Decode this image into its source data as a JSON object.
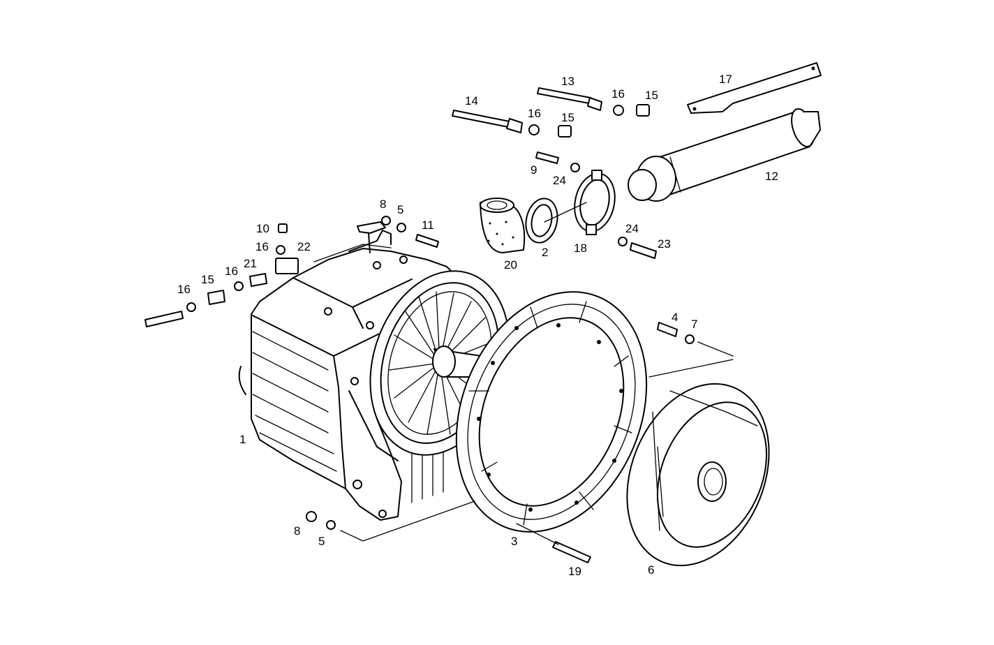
{
  "parts": [
    {
      "id": "p1",
      "number": "1"
    },
    {
      "id": "p2",
      "number": "2"
    },
    {
      "id": "p3",
      "number": "3"
    },
    {
      "id": "p4",
      "number": "4"
    },
    {
      "id": "p5a",
      "number": "5"
    },
    {
      "id": "p5b",
      "number": "5"
    },
    {
      "id": "p6",
      "number": "6"
    },
    {
      "id": "p7",
      "number": "7"
    },
    {
      "id": "p8a",
      "number": "8"
    },
    {
      "id": "p8b",
      "number": "8"
    },
    {
      "id": "p9",
      "number": "9"
    },
    {
      "id": "p10",
      "number": "10"
    },
    {
      "id": "p11",
      "number": "11"
    },
    {
      "id": "p12",
      "number": "12"
    },
    {
      "id": "p13",
      "number": "13"
    },
    {
      "id": "p14",
      "number": "14"
    },
    {
      "id": "p15a",
      "number": "15"
    },
    {
      "id": "p15b",
      "number": "15"
    },
    {
      "id": "p15c",
      "number": "15"
    },
    {
      "id": "p16a",
      "number": "16"
    },
    {
      "id": "p16b",
      "number": "16"
    },
    {
      "id": "p16c",
      "number": "16"
    },
    {
      "id": "p16d",
      "number": "16"
    },
    {
      "id": "p16e",
      "number": "16"
    },
    {
      "id": "p17",
      "number": "17"
    },
    {
      "id": "p18",
      "number": "18"
    },
    {
      "id": "p19",
      "number": "19"
    },
    {
      "id": "p20",
      "number": "20"
    },
    {
      "id": "p21",
      "number": "21"
    },
    {
      "id": "p22",
      "number": "22"
    },
    {
      "id": "p23",
      "number": "23"
    },
    {
      "id": "p24a",
      "number": "24"
    },
    {
      "id": "p24b",
      "number": "24"
    }
  ]
}
